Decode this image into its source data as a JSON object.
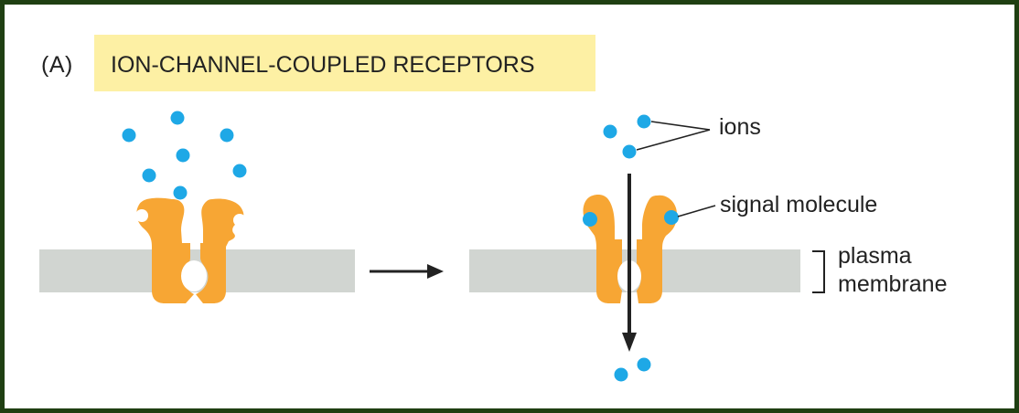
{
  "figure": {
    "panel_letter": "(A)",
    "title": "ION-CHANNEL-COUPLED RECEPTORS"
  },
  "labels": {
    "ions": "ions",
    "signal_molecule": "signal molecule",
    "plasma_membrane_line1": "plasma",
    "plasma_membrane_line2": "membrane"
  },
  "colors": {
    "frame": "#1f3f12",
    "title_background": "#fdf0a4",
    "membrane": "#d1d5d1",
    "receptor": "#f7a634",
    "ion": "#1ea8e6",
    "arrow": "#222222"
  }
}
